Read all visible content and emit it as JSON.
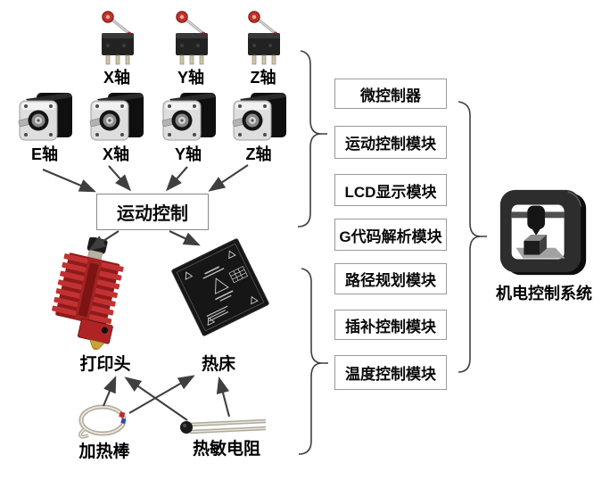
{
  "diagram_title": "3D printer electromechanical control system diagram",
  "limit_switches": [
    {
      "label": "X轴"
    },
    {
      "label": "Y轴"
    },
    {
      "label": "Z轴"
    }
  ],
  "motors": [
    {
      "label": "E轴"
    },
    {
      "label": "X轴"
    },
    {
      "label": "Y轴"
    },
    {
      "label": "Z轴"
    }
  ],
  "motion_control": {
    "label": "运动控制"
  },
  "components": {
    "print_head": "打印头",
    "heatbed": "热床",
    "heater_rod": "加热棒",
    "thermistor": "热敏电阻"
  },
  "modules": [
    {
      "label": "微控制器"
    },
    {
      "label": "运动控制模块"
    },
    {
      "label": "LCD显示模块"
    },
    {
      "label": "G代码解析模块"
    },
    {
      "label": "路径规划模块"
    },
    {
      "label": "插补控制模块"
    },
    {
      "label": "温度控制模块"
    }
  ],
  "system": {
    "label": "机电控制系统"
  },
  "colors": {
    "line": "#3f3f3f",
    "box_border": "#9a9a9a",
    "switch_roller_red": "#c03228",
    "hotend_red": "#a81f1f",
    "heatbed_black": "#161616",
    "printer_icon_black": "#2d2d2d"
  }
}
